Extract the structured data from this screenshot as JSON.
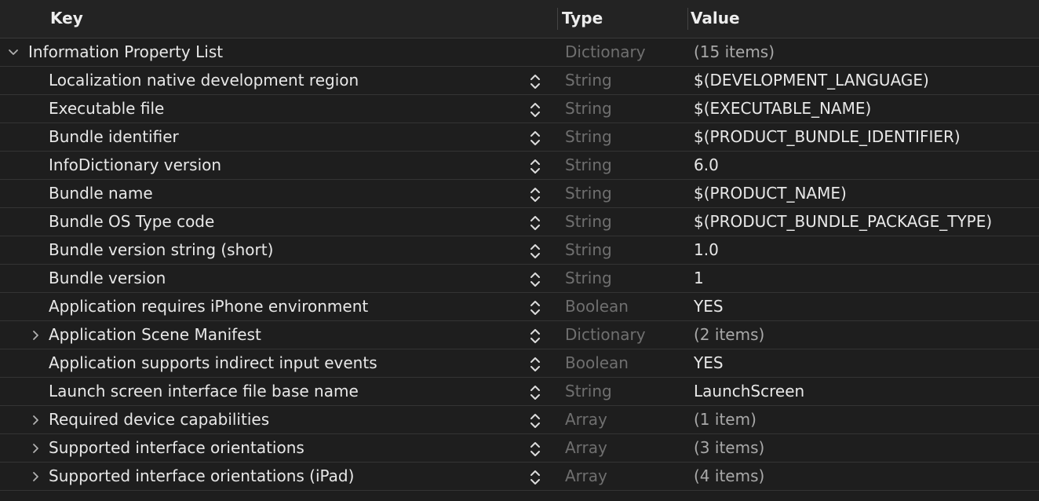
{
  "header": {
    "key": "Key",
    "type": "Type",
    "value": "Value"
  },
  "root": {
    "key": "Information Property List",
    "type": "Dictionary",
    "value": "(15 items)",
    "expanded": true,
    "icon": "chevron-down-icon"
  },
  "rows": [
    {
      "key": "Localization native development region",
      "type": "String",
      "value": "$(DEVELOPMENT_LANGUAGE)",
      "expandable": false,
      "muted": false
    },
    {
      "key": "Executable file",
      "type": "String",
      "value": "$(EXECUTABLE_NAME)",
      "expandable": false,
      "muted": false
    },
    {
      "key": "Bundle identifier",
      "type": "String",
      "value": "$(PRODUCT_BUNDLE_IDENTIFIER)",
      "expandable": false,
      "muted": false
    },
    {
      "key": "InfoDictionary version",
      "type": "String",
      "value": "6.0",
      "expandable": false,
      "muted": false
    },
    {
      "key": "Bundle name",
      "type": "String",
      "value": "$(PRODUCT_NAME)",
      "expandable": false,
      "muted": false
    },
    {
      "key": "Bundle OS Type code",
      "type": "String",
      "value": "$(PRODUCT_BUNDLE_PACKAGE_TYPE)",
      "expandable": false,
      "muted": false
    },
    {
      "key": "Bundle version string (short)",
      "type": "String",
      "value": "1.0",
      "expandable": false,
      "muted": false
    },
    {
      "key": "Bundle version",
      "type": "String",
      "value": "1",
      "expandable": false,
      "muted": false
    },
    {
      "key": "Application requires iPhone environment",
      "type": "Boolean",
      "value": "YES",
      "expandable": false,
      "muted": false
    },
    {
      "key": "Application Scene Manifest",
      "type": "Dictionary",
      "value": "(2 items)",
      "expandable": true,
      "muted": true
    },
    {
      "key": "Application supports indirect input events",
      "type": "Boolean",
      "value": "YES",
      "expandable": false,
      "muted": false
    },
    {
      "key": "Launch screen interface file base name",
      "type": "String",
      "value": "LaunchScreen",
      "expandable": false,
      "muted": false
    },
    {
      "key": "Required device capabilities",
      "type": "Array",
      "value": "(1 item)",
      "expandable": true,
      "muted": true
    },
    {
      "key": "Supported interface orientations",
      "type": "Array",
      "value": "(3 items)",
      "expandable": true,
      "muted": true
    },
    {
      "key": "Supported interface orientations (iPad)",
      "type": "Array",
      "value": "(4 items)",
      "expandable": true,
      "muted": true
    }
  ],
  "icons": {
    "expand": "chevron-right-icon",
    "collapse": "chevron-down-icon",
    "stepper": "up-down-stepper-icon"
  },
  "colors": {
    "background": "#1e1e1e",
    "type_text": "#6f6f6f",
    "muted_value": "#a9a9a9",
    "text": "#e8e8e8"
  }
}
